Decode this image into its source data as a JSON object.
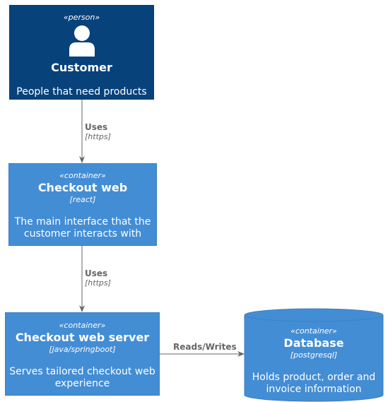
{
  "customer": {
    "stereotype": "«person»",
    "title": "Customer",
    "description": "People that need products"
  },
  "checkout_web": {
    "stereotype": "«container»",
    "title": "Checkout web",
    "technology": "[react]",
    "description_line1": "The main interface that the",
    "description_line2": "customer interacts with"
  },
  "checkout_server": {
    "stereotype": "«container»",
    "title": "Checkout web server",
    "technology": "[java/springboot]",
    "description_line1": "Serves tailored checkout web",
    "description_line2": "experience"
  },
  "database": {
    "stereotype": "«container»",
    "title": "Database",
    "technology": "[postgresql]",
    "description_line1": "Holds product, order and",
    "description_line2": "invoice information"
  },
  "edges": {
    "customer_to_web": {
      "label": "Uses",
      "technology": "[https]"
    },
    "web_to_server": {
      "label": "Uses",
      "technology": "[https]"
    },
    "server_to_db": {
      "label": "Reads/Writes"
    }
  },
  "colors": {
    "person": "#08427b",
    "container": "#438dd5",
    "edge": "#666666"
  }
}
